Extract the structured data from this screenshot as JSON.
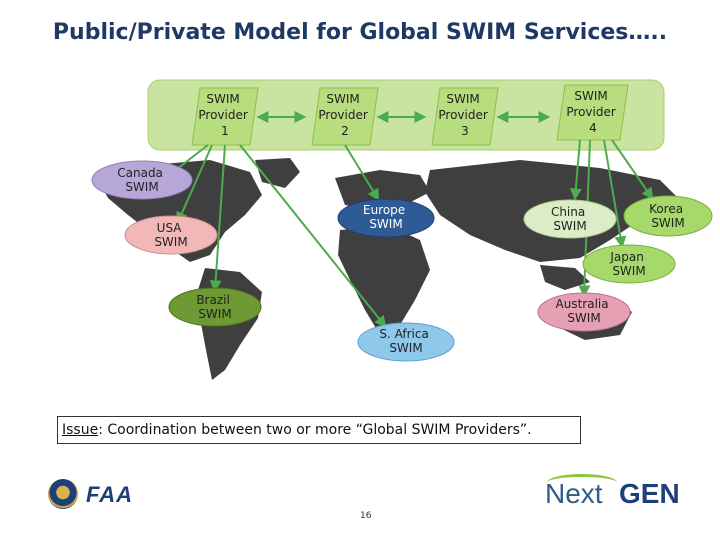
{
  "title": "Public/Private Model for Global SWIM Services…..",
  "providers": [
    [
      "SWIM",
      "Provider",
      "1"
    ],
    [
      "SWIM",
      "Provider",
      "2"
    ],
    [
      "SWIM",
      "Provider",
      "3"
    ],
    [
      "SWIM",
      "Provider",
      "4"
    ]
  ],
  "regions": {
    "canada": [
      "Canada",
      "SWIM"
    ],
    "usa": [
      "USA",
      "SWIM"
    ],
    "europe": [
      "Europe",
      "SWIM"
    ],
    "china": [
      "China",
      "SWIM"
    ],
    "korea": [
      "Korea",
      "SWIM"
    ],
    "japan": [
      "Japan",
      "SWIM"
    ],
    "brazil": [
      "Brazil",
      "SWIM"
    ],
    "australia": [
      "Australia",
      "SWIM"
    ],
    "south_africa": [
      "S. Africa",
      "SWIM"
    ]
  },
  "colors": {
    "title": "#1f3864",
    "provider_band": "#c9e4a0",
    "provider_box": "#b7dd7e",
    "connector": "#4daa4d",
    "canada": "#b7a6d8",
    "usa": "#f2b8b8",
    "europe": "#2e5a96",
    "china": "#dcecc6",
    "korea": "#a6d96a",
    "japan": "#a6d96a",
    "brazil": "#6e9a34",
    "australia": "#e6a0b4",
    "south_africa": "#8ec9ec"
  },
  "issue": {
    "label": "Issue",
    "text": ": Coordination between two or more “Global SWIM Providers”."
  },
  "page_number": "16",
  "logos": {
    "faa": "FAA",
    "nextgen_next": "Next",
    "nextgen_gen": "GEN"
  }
}
